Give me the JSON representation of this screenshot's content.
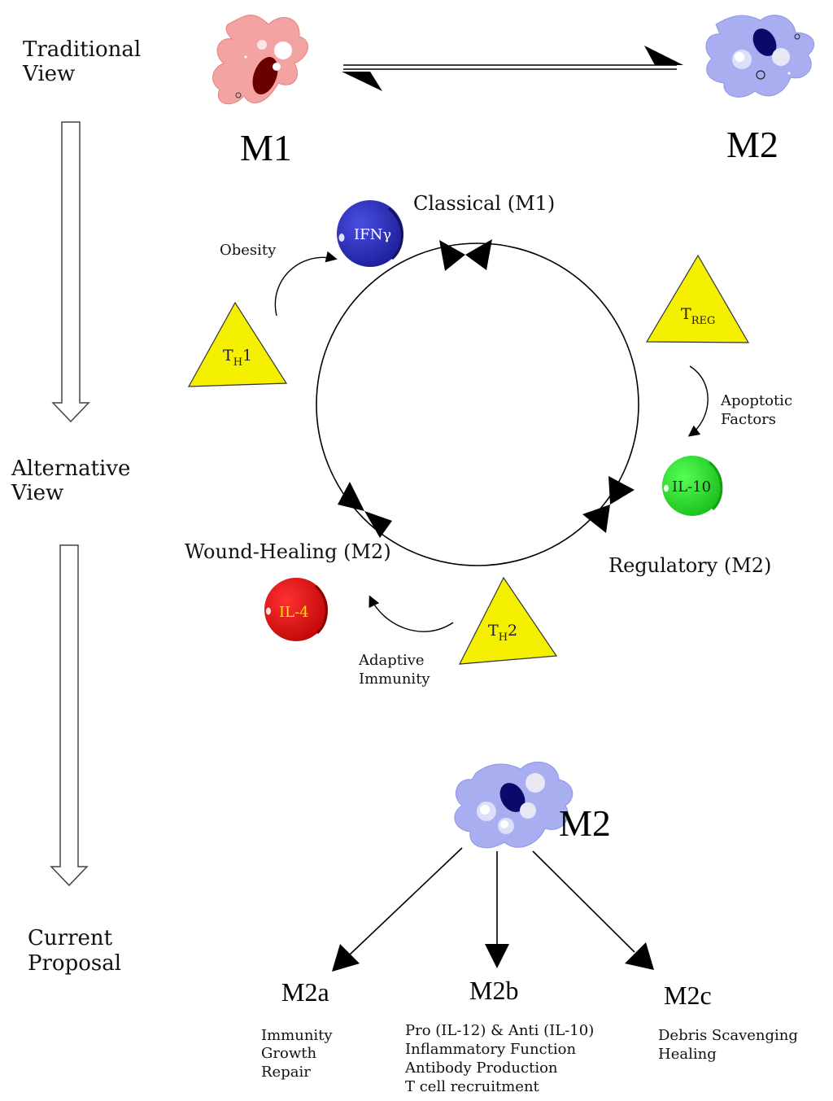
{
  "views": {
    "traditional": [
      "Traditional",
      "View"
    ],
    "alternative": [
      "Alternative",
      "View"
    ],
    "current": [
      "Current",
      "Proposal"
    ]
  },
  "traditional_view": {
    "m1_label": "M1",
    "m2_label": "M2",
    "m1_color": "#f4a3a3",
    "m2_color": "#a8aef0"
  },
  "cycle": {
    "classical": "Classical (M1)",
    "wound_healing": "Wound-Healing (M2)",
    "regulatory": "Regulatory (M2)",
    "obesity": "Obesity",
    "apoptotic": [
      "Apoptotic",
      "Factors"
    ],
    "adaptive": [
      "Adaptive",
      "Immunity"
    ],
    "cytokines": {
      "ifn": {
        "text": "IFNγ",
        "color": "#2b2fbf"
      },
      "il10": {
        "text": "IL-10",
        "color": "#33dd33"
      },
      "il4": {
        "text": "IL-4",
        "color": "#e01818"
      }
    },
    "tcells": {
      "th1": {
        "main": "T",
        "sub": "H",
        "suffix": "1"
      },
      "treg": {
        "main": "T",
        "sub": "REG",
        "suffix": ""
      },
      "th2": {
        "main": "T",
        "sub": "H",
        "suffix": "2"
      }
    },
    "triangle_color": "#f5f000"
  },
  "current_proposal": {
    "m2_label": "M2",
    "subtypes": [
      {
        "name": "M2a",
        "lines": [
          "Immunity",
          "Growth",
          "Repair"
        ]
      },
      {
        "name": "M2b",
        "lines": [
          "Pro (IL-12) & Anti (IL-10)",
          "Inflammatory Function",
          "Antibody Production",
          "T cell recruitment"
        ]
      },
      {
        "name": "M2c",
        "lines": [
          "Debris Scavenging",
          "Healing"
        ]
      }
    ]
  }
}
